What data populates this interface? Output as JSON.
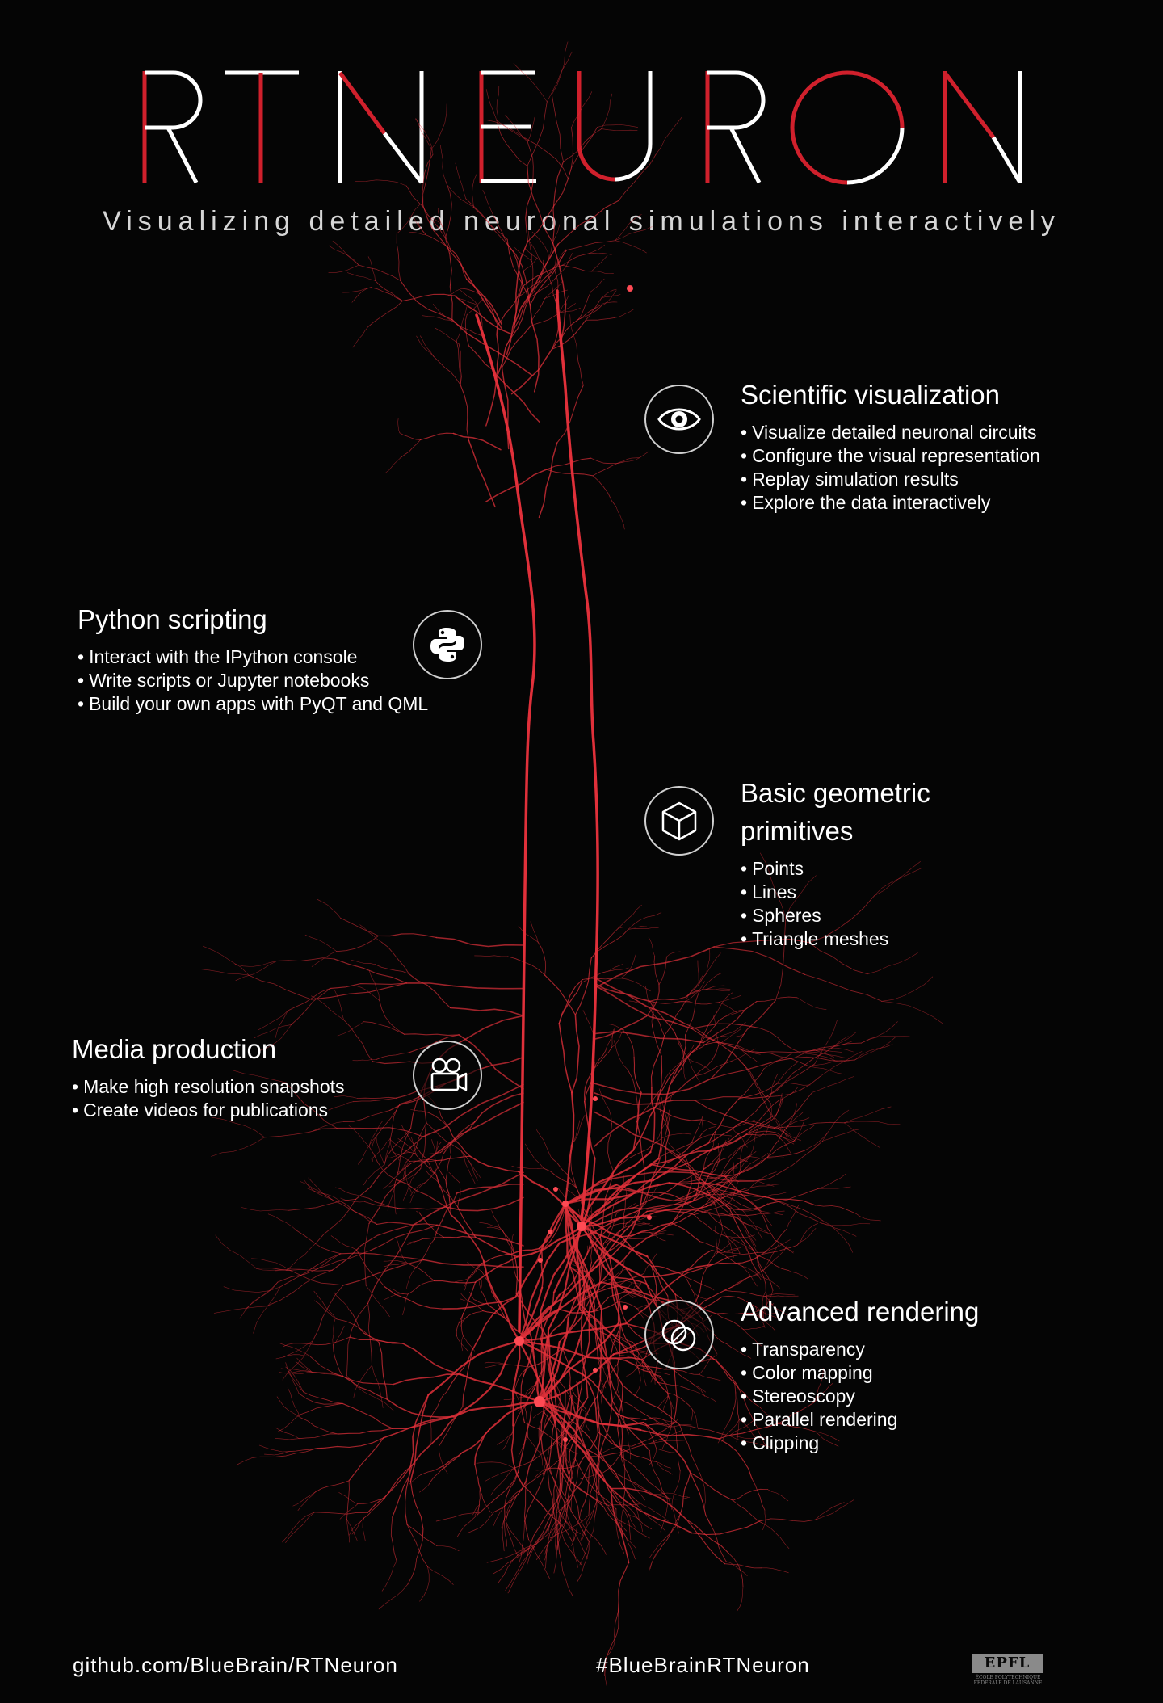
{
  "title": {
    "letters": [
      "R",
      "T",
      "N",
      "E",
      "U",
      "R",
      "O",
      "N"
    ]
  },
  "subtitle": "Visualizing detailed neuronal simulations interactively",
  "colors": {
    "background": "#050505",
    "accent_red": "#d0202c",
    "neuron_red": "#e0303a",
    "text": "#ffffff"
  },
  "features": {
    "scientific": {
      "icon": "eye-icon",
      "title": "Scientific visualization",
      "items": [
        "Visualize detailed neuronal circuits",
        "Configure the visual representation",
        "Replay simulation results",
        "Explore the data interactively"
      ]
    },
    "python": {
      "icon": "python-icon",
      "title": "Python scripting",
      "items": [
        "Interact with the IPython console",
        "Write scripts or Jupyter notebooks",
        "Build your own apps with PyQT and QML"
      ]
    },
    "geometric": {
      "icon": "cube-icon",
      "title": "Basic geometric primitives",
      "items": [
        "Points",
        "Lines",
        "Spheres",
        "Triangle meshes"
      ]
    },
    "media": {
      "icon": "video-camera-icon",
      "title": "Media production",
      "items": [
        "Make high resolution snapshots",
        "Create videos for publications"
      ]
    },
    "rendering": {
      "icon": "overlapping-spheres-icon",
      "title": "Advanced rendering",
      "items": [
        "Transparency",
        "Color mapping",
        "Stereoscopy",
        "Parallel rendering",
        "Clipping"
      ]
    }
  },
  "footer": {
    "github": "github.com/BlueBrain/RTNeuron",
    "hashtag": "#BlueBrainRTNeuron",
    "logo_mark": "EPFL",
    "logo_sub": "ÉCOLE POLYTECHNIQUE FÉDÉRALE DE LAUSANNE"
  }
}
